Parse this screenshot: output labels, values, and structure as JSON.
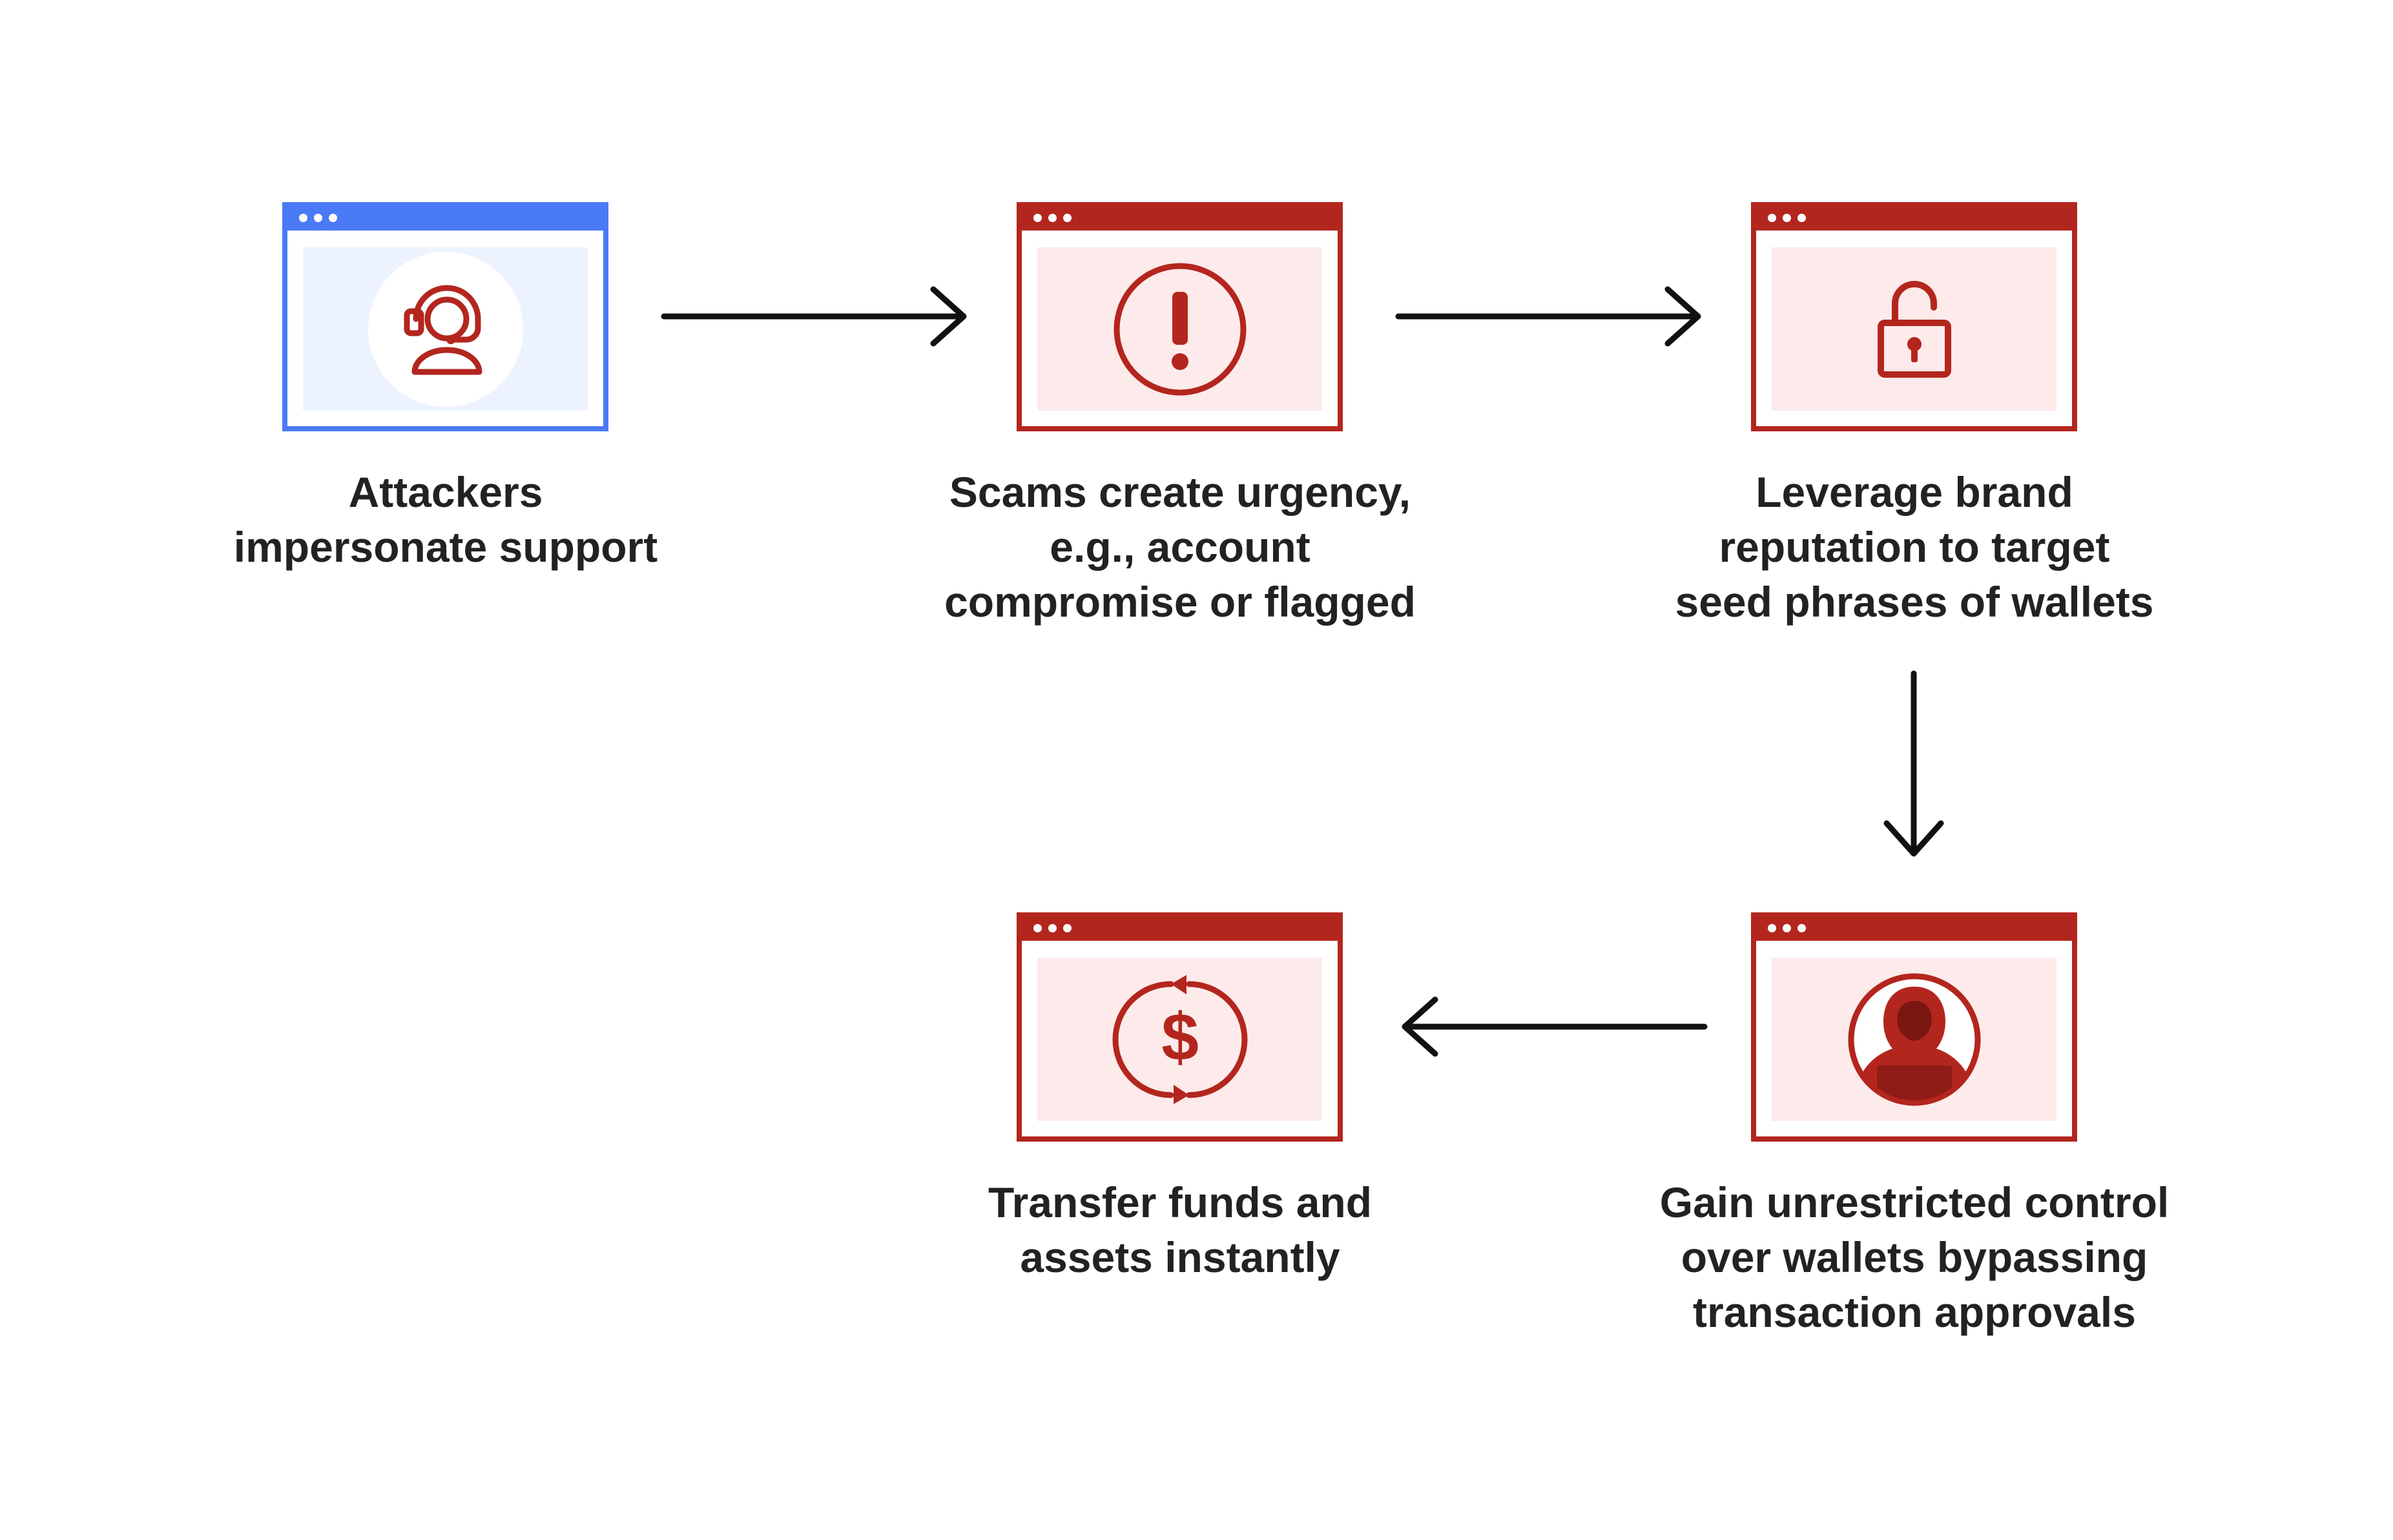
{
  "diagram": {
    "steps": [
      {
        "label": "Attackers\nimpersonate support",
        "icon": "headset-agent-icon",
        "accent": "#4a7af5"
      },
      {
        "label": "Scams create urgency,\ne.g., account\ncompromise or flagged",
        "icon": "exclamation-icon",
        "accent": "#b3261e"
      },
      {
        "label": "Leverage brand\nreputation to target\nseed phrases of wallets",
        "icon": "unlocked-padlock-icon",
        "accent": "#b3261e"
      },
      {
        "label": "Gain unrestricted control\nover wallets bypassing\ntransaction approvals",
        "icon": "hooded-hacker-icon",
        "accent": "#b3261e"
      },
      {
        "label": "Transfer funds and\nassets instantly",
        "icon": "dollar-exchange-icon",
        "accent": "#b3261e"
      }
    ],
    "colors": {
      "red": "#b3261e",
      "blue": "#4a7af5",
      "text": "#222222"
    }
  }
}
